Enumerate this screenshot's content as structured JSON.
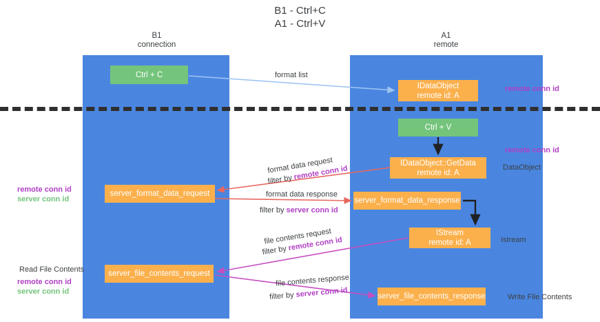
{
  "title": {
    "line1": "B1 - Ctrl+C",
    "line2": "A1 - Ctrl+V"
  },
  "lanes": [
    {
      "name": "B1",
      "sub": "connection",
      "color": "#4a86e0"
    },
    {
      "name": "A1",
      "sub": "remote",
      "color": "#4a86e0"
    }
  ],
  "boxes": {
    "ctrl_c": {
      "label": "Ctrl + C",
      "color": "#74c47c"
    },
    "idataobject": {
      "line1": "IDataObject",
      "line2": "remote id: A",
      "color": "#fbb04c"
    },
    "ctrl_v": {
      "label": "Ctrl + V",
      "color": "#74c47c"
    },
    "getdata": {
      "line1": "IDataObject::GetData",
      "line2": "remote id: A",
      "color": "#fbb04c"
    },
    "server_format_data_request": {
      "label": "server_format_data_request",
      "color": "#fbb04c"
    },
    "server_format_data_response": {
      "label": "server_format_data_response",
      "color": "#fbb04c"
    },
    "istream": {
      "line1": "IStream",
      "line2": "remote id: A",
      "color": "#fbb04c"
    },
    "server_file_contents_request": {
      "label": "server_file_contents_request",
      "color": "#fbb04c"
    },
    "server_file_contents_response": {
      "label": "server_file_contents_response",
      "color": "#fbb04c"
    }
  },
  "flow_labels": {
    "format_list": "format list",
    "format_data_request": "format data request",
    "format_data_request_filter_prefix": "filter by ",
    "format_data_request_filter_key": "remote conn id",
    "format_data_response": "format data response",
    "format_data_response_filter_prefix": "filter by ",
    "format_data_response_filter_key": "server conn id",
    "file_contents_request": "file contents request",
    "file_contents_request_filter_prefix": "filter by ",
    "file_contents_request_filter_key": "remote conn id",
    "file_contents_response": "file contents response",
    "file_contents_response_filter_prefix": "filter by ",
    "file_contents_response_filter_key": "server conn id"
  },
  "side_labels": {
    "right_remote_conn_id_top": "remote conn id",
    "right_remote_conn_id_mid": "remote conn id",
    "right_dataobject": "DataObject",
    "right_istream": "Istream",
    "right_write_file_contents": "Write File Contents",
    "left_remote_conn_id": "remote conn id",
    "left_server_conn_id": "server conn id",
    "left_read_file_contents": "Read File Contents",
    "left_remote_conn_id_2": "remote conn id",
    "left_server_conn_id_2": "server conn id"
  },
  "colors": {
    "lane": "#4a86e0",
    "green_box": "#74c47c",
    "orange_box": "#fbb04c",
    "purple_text": "#b03fc4",
    "green_text": "#74c47c",
    "arrow_blue": "#9fc5f0",
    "arrow_red": "#e8675f",
    "arrow_magenta": "#c64fc0",
    "arrow_black": "#202124",
    "dashed_line": "#2f2f2f"
  }
}
